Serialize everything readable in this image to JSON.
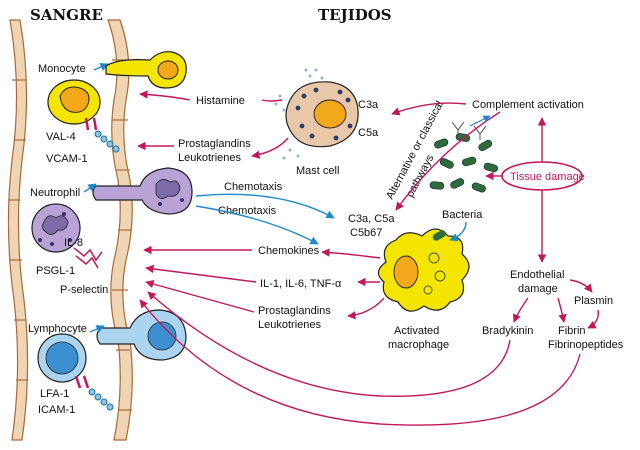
{
  "headers": {
    "blood": "SANGRE",
    "tissue": "TEJIDOS"
  },
  "cells": {
    "monocyte": "Monocyte",
    "neutrophil": "Neutrophil",
    "lymphocyte": "Lymphocyte",
    "mast_cell": "Mast cell",
    "macrophage_line1": "Activated",
    "macrophage_line2": "macrophage",
    "bacteria": "Bacteria"
  },
  "adhesion": {
    "val4": "VAL-4",
    "vcam1": "VCAM-1",
    "psgl1": "PSGL-1",
    "pselectin": "P-selectin",
    "lfa1": "LFA-1",
    "icam1": "ICAM-1"
  },
  "mediators": {
    "histamine": "Histamine",
    "prostaglandins": "Prostaglandins",
    "leukotrienes": "Leukotrienes",
    "c3a": "C3a",
    "c5a": "C5a",
    "chemotaxis": "Chemotaxis",
    "c3a_c5a": "C3a, C5a",
    "c5b67": "C5b67",
    "chemokines": "Chemokines",
    "il8": "IL-8",
    "cytokines": "IL-1, IL-6, TNF-α",
    "complement": "Complement activation",
    "pathways_line1": "Alternative or classical",
    "pathways_line2": "pathways",
    "tissue_damage": "Tissue damage",
    "endothelial_line1": "Endothelial",
    "endothelial_line2": "damage",
    "plasmin": "Plasmin",
    "bradykinin": "Bradykinin",
    "fibrin": "Fibrin",
    "fibrinopeptides": "Fibrinopeptides"
  },
  "colors": {
    "accent_arrow": "#c2185b",
    "chemotaxis_arrow": "#1e88c8",
    "vessel": "#c98a53",
    "monocyte": "#f3e500",
    "macrophage": "#f3e500",
    "nucleus": "#f2a81a",
    "neutrophil": "#b9a3d6",
    "lymphocyte": "#aad4f0",
    "mast_cell": "#e8c8a8",
    "bacteria": "#2e6b3a"
  }
}
